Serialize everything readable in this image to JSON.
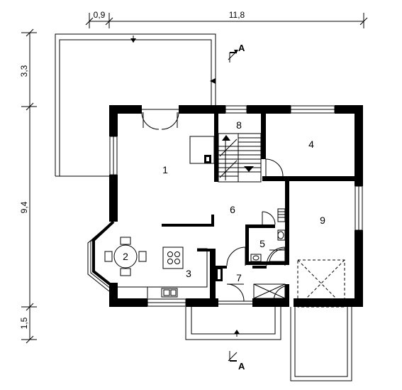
{
  "dimensions": {
    "top": [
      "0,9",
      "11,8"
    ],
    "left": [
      "3,3",
      "9,4",
      "1,5"
    ]
  },
  "section_marks": [
    "A",
    "A"
  ],
  "rooms": [
    {
      "number": "1"
    },
    {
      "number": "2"
    },
    {
      "number": "3"
    },
    {
      "number": "4"
    },
    {
      "number": "5"
    },
    {
      "number": "6"
    },
    {
      "number": "7"
    },
    {
      "number": "8"
    },
    {
      "number": "9"
    }
  ]
}
